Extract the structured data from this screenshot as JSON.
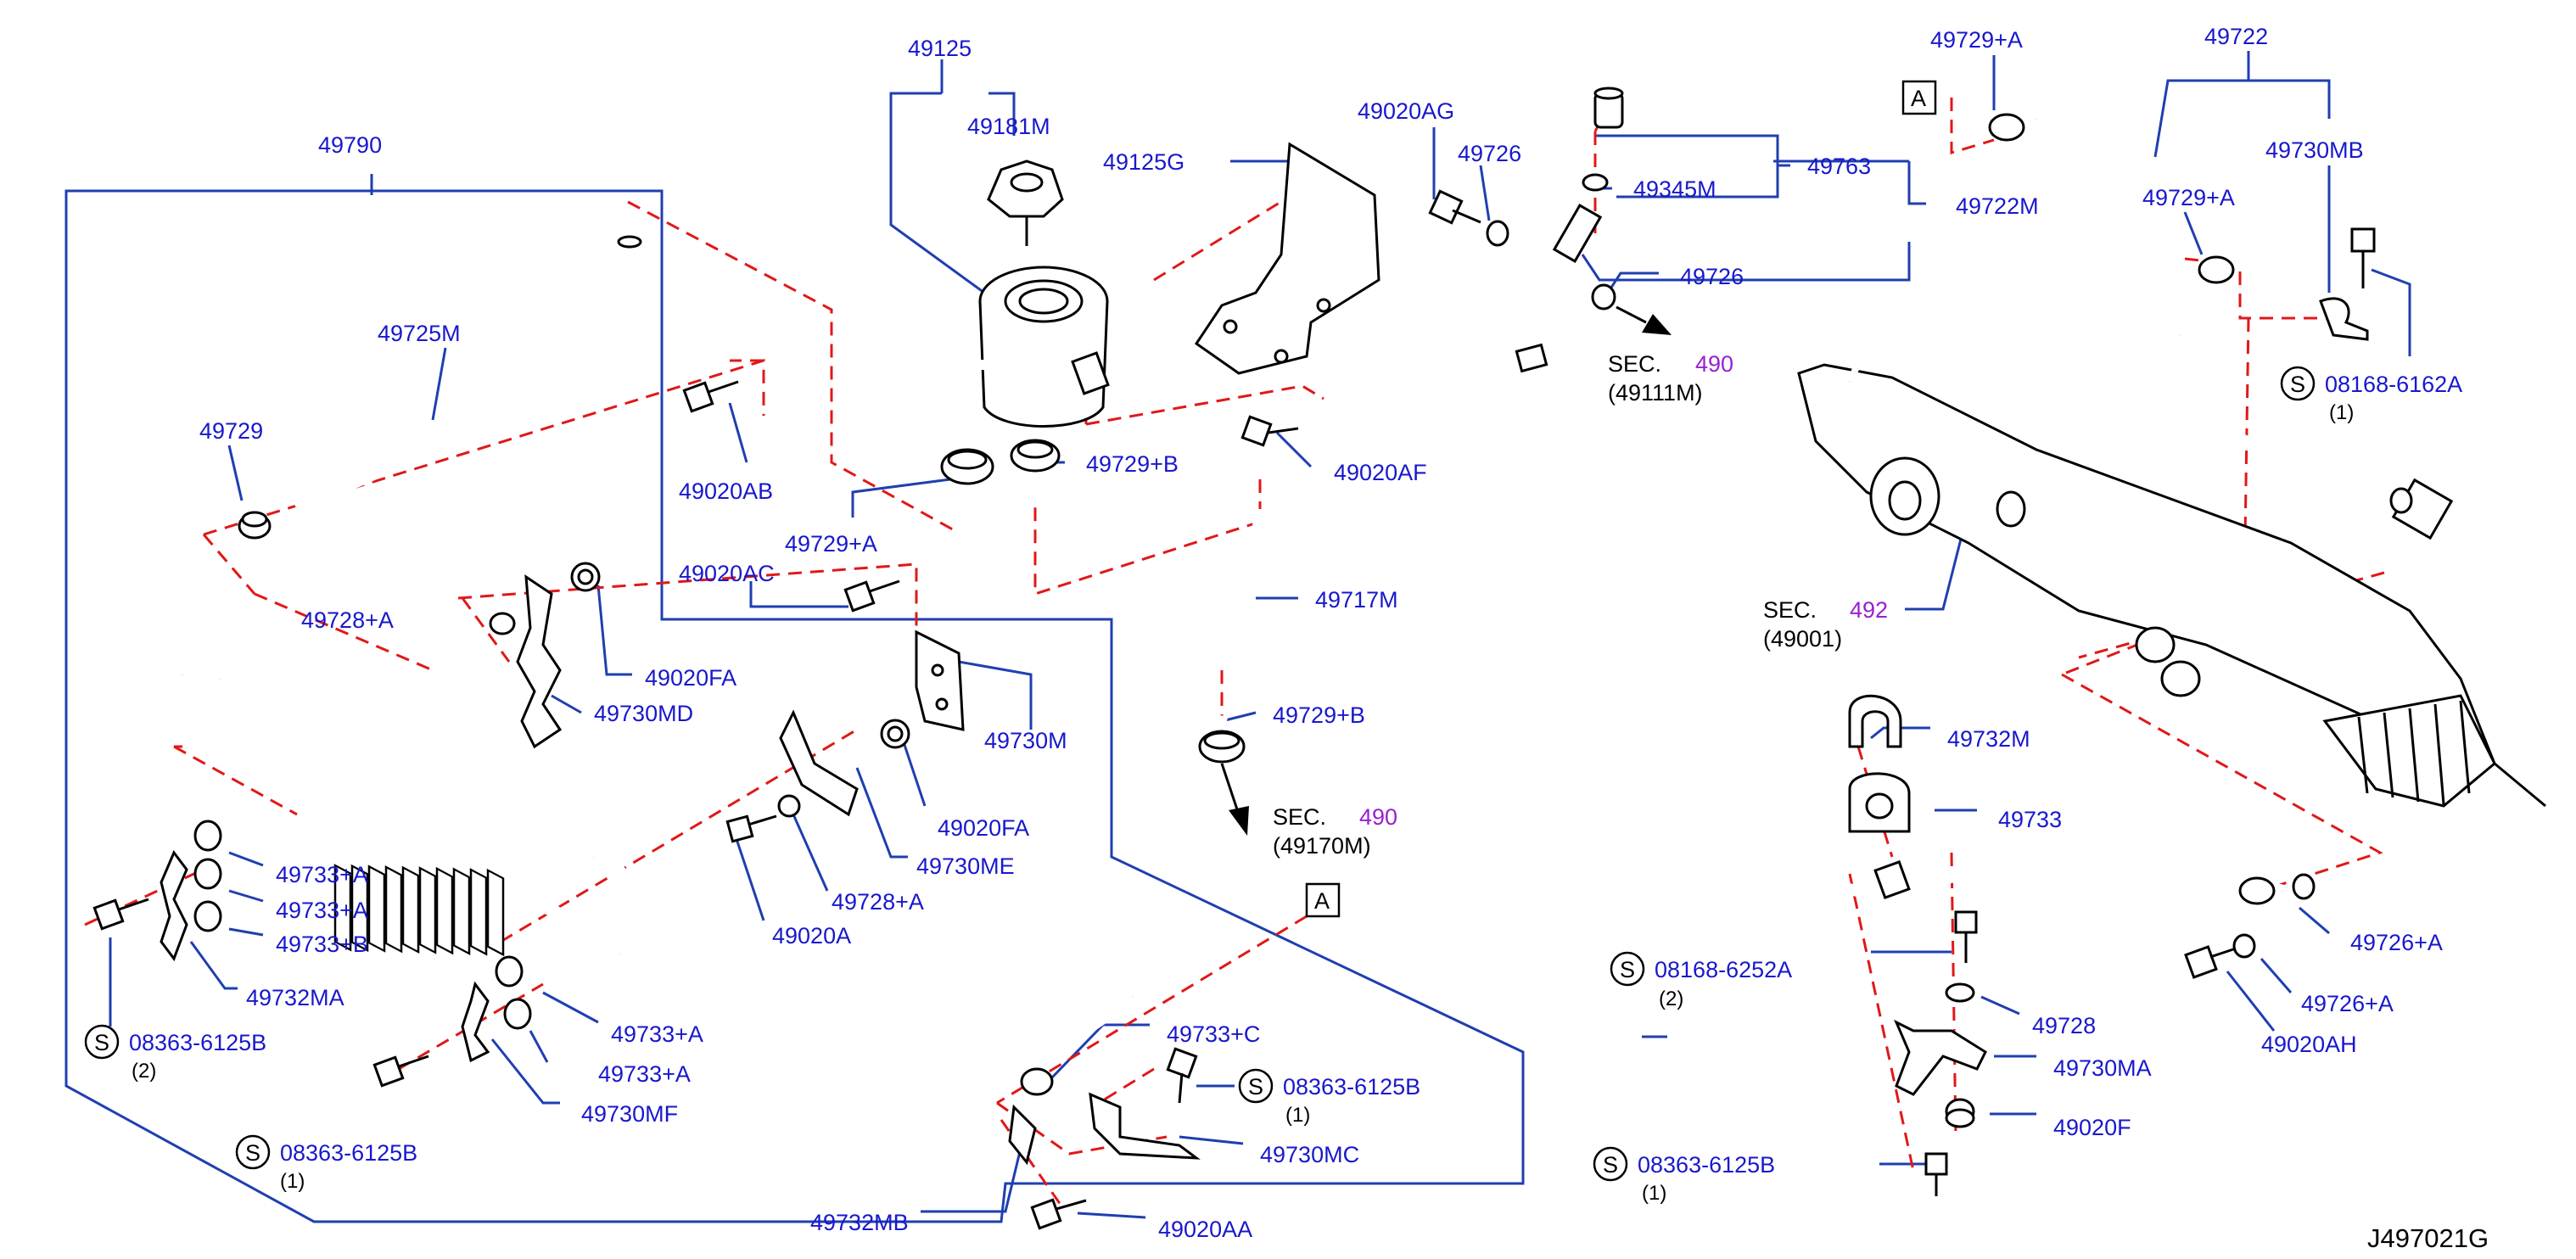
{
  "parts": {
    "p49125": "49125",
    "p49181M": "49181M",
    "p49790": "49790",
    "p49125G": "49125G",
    "p49020AG": "49020AG",
    "p49726a": "49726",
    "p49345M": "49345M",
    "p49763": "49763",
    "p49722M": "49722M",
    "p49726b": "49726",
    "p49729A_top": "49729+A",
    "p49722": "49722",
    "p49730MB": "49730MB",
    "p49729A_r": "49729+A",
    "p49725M": "49725M",
    "p49729": "49729",
    "p49020AB": "49020AB",
    "p49729B_1": "49729+B",
    "p49020AF": "49020AF",
    "p49729A_c": "49729+A",
    "p49020AC": "49020AC",
    "p49717M": "49717M",
    "p49728A_l": "49728+A",
    "p49020FA_1": "49020FA",
    "p49730MD": "49730MD",
    "p49730M": "49730M",
    "p49729B_2": "49729+B",
    "p49020FA_2": "49020FA",
    "p49730ME": "49730ME",
    "p49728A_c": "49728+A",
    "p49020A": "49020A",
    "p49733A_1": "49733+A",
    "p49733A_2": "49733+A",
    "p49733B": "49733+B",
    "p49732MA": "49732MA",
    "p49733A_3": "49733+A",
    "p49733A_4": "49733+A",
    "p49730MF": "49730MF",
    "p49733C": "49733+C",
    "p49730MC": "49730MC",
    "p49732MB": "49732MB",
    "p49020AA": "49020AA",
    "p49732M": "49732M",
    "p49733": "49733",
    "p49726A_1": "49726+A",
    "p49726A_2": "49726+A",
    "p49728": "49728",
    "p49020AH": "49020AH",
    "p49730MA": "49730MA",
    "p49020F": "49020F"
  },
  "std_parts": {
    "s1": {
      "symbol": "S",
      "code": "08168-6162A",
      "qty": "(1)"
    },
    "s2": {
      "symbol": "S",
      "code": "08168-6252A",
      "qty": "(2)"
    },
    "s3": {
      "symbol": "S",
      "code": "08363-6125B",
      "qty": "(2)"
    },
    "s4": {
      "symbol": "S",
      "code": "08363-6125B",
      "qty": "(1)"
    },
    "s5": {
      "symbol": "S",
      "code": "08363-6125B",
      "qty": "(1)"
    },
    "s6": {
      "symbol": "S",
      "code": "08363-6125B",
      "qty": "(1)"
    }
  },
  "sections": {
    "sec1": {
      "label": "SEC.",
      "num": "490",
      "ref": "(49111M)"
    },
    "sec2": {
      "label": "SEC.",
      "num": "492",
      "ref": "(49001)"
    },
    "sec3": {
      "label": "SEC.",
      "num": "490",
      "ref": "(49170M)"
    }
  },
  "refs": {
    "a1": "A",
    "a2": "A"
  },
  "diagram_code": "J497021G"
}
